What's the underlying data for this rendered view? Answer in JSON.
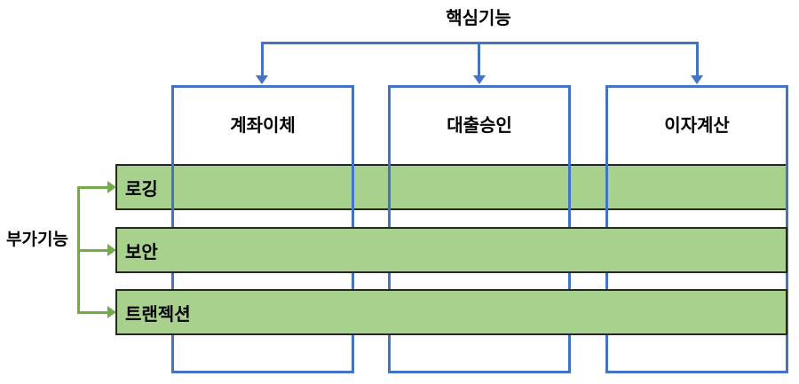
{
  "diagram": {
    "title": "핵심기능",
    "side_label": "부가기능",
    "core_modules": [
      {
        "label": "계좌이체"
      },
      {
        "label": "대출승인"
      },
      {
        "label": "이자계산"
      }
    ],
    "aspects": [
      {
        "label": "로깅"
      },
      {
        "label": "보안"
      },
      {
        "label": "트랜젝션"
      }
    ]
  },
  "colors": {
    "core_border_blue": "#4472C4",
    "aspect_fill_green": "#A9D18E",
    "aspect_border": "#262626",
    "connector_green": "#70AD47",
    "text": "#000000",
    "background": "#FFFFFF"
  }
}
